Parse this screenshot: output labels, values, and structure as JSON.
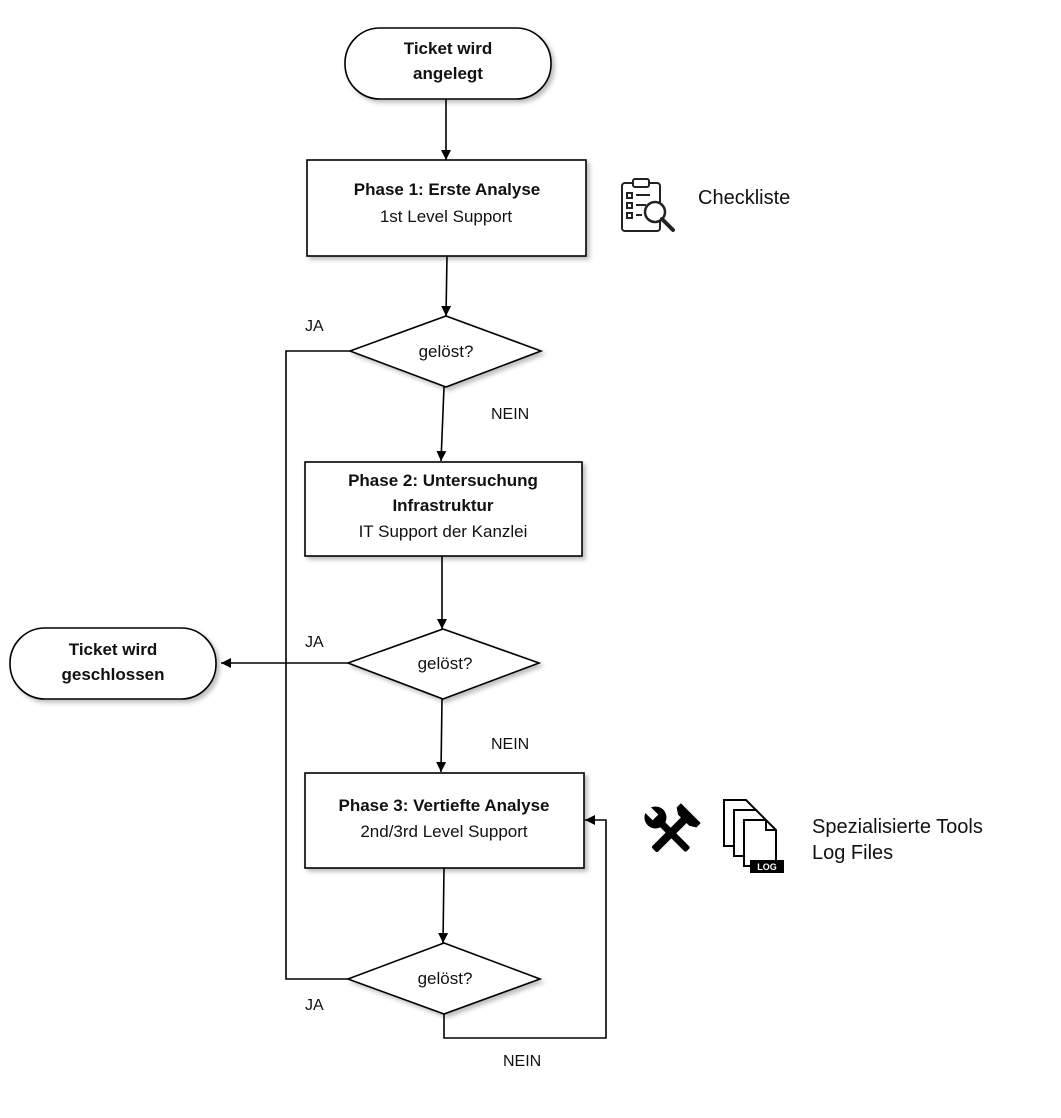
{
  "start": {
    "line1": "Ticket wird",
    "line2": "angelegt"
  },
  "end": {
    "line1": "Ticket wird",
    "line2": "geschlossen"
  },
  "phase1": {
    "title": "Phase 1: Erste Analyse",
    "subtitle": "1st Level Support"
  },
  "phase2": {
    "title_line1": "Phase 2: Untersuchung",
    "title_line2": "Infrastruktur",
    "subtitle": "IT Support der Kanzlei"
  },
  "phase3": {
    "title": "Phase 3: Vertiefte Analyse",
    "subtitle": "2nd/3rd Level Support"
  },
  "decision": {
    "label": "gelöst?"
  },
  "edge_labels": {
    "yes": "JA",
    "no": "NEIN"
  },
  "side_notes": {
    "checklist": "Checkliste",
    "tools": "Spezialisierte Tools",
    "logs": "Log Files",
    "log_badge": "LOG"
  },
  "icons": [
    "checklist-magnifier-icon",
    "tools-icon",
    "log-files-icon"
  ]
}
